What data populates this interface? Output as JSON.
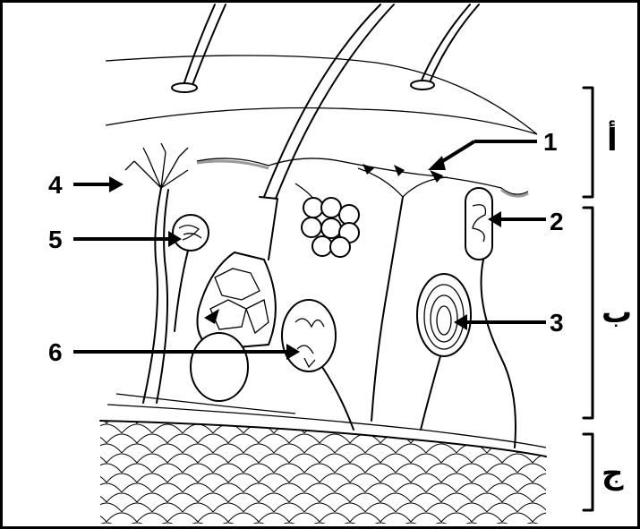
{
  "labels": {
    "n1": "1",
    "n2": "2",
    "n3": "3",
    "n4": "4",
    "n5": "5",
    "n6": "6"
  },
  "layers": {
    "a": "أ",
    "b": "ب",
    "c": "ج"
  }
}
